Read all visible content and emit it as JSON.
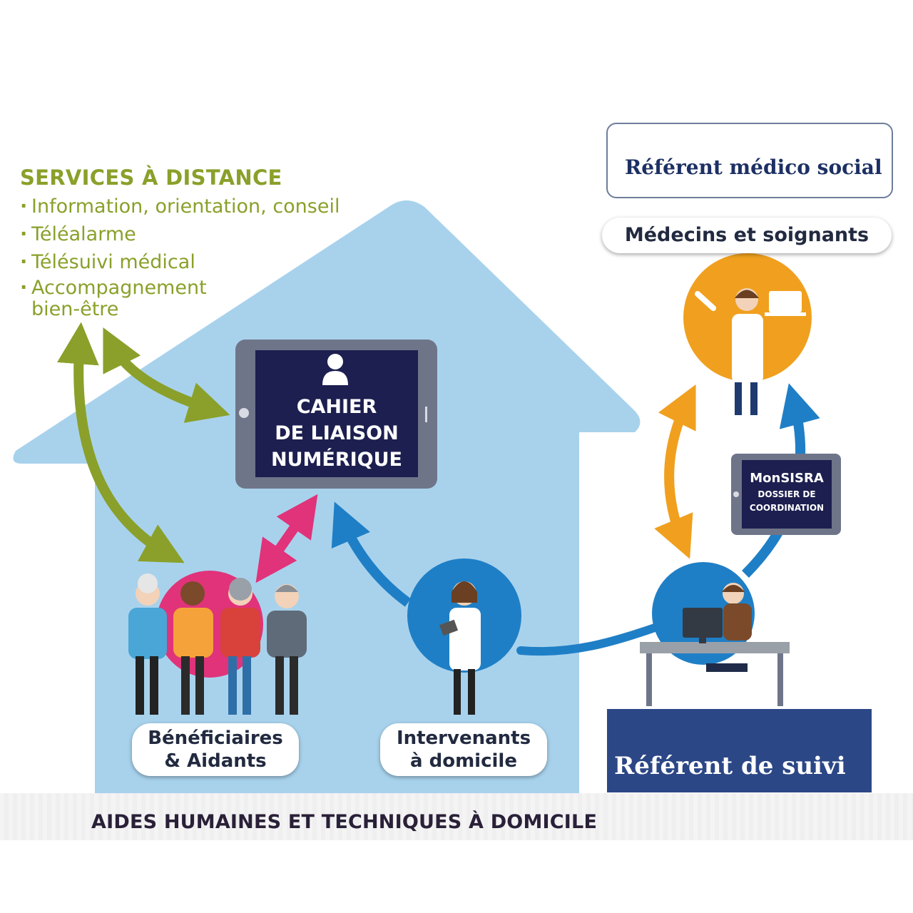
{
  "services": {
    "title": "SERVICES À DISTANCE",
    "items": [
      "Information, orientation, conseil",
      "Téléalarme",
      "Télésuivi médical",
      "Accompagnement bien-être"
    ]
  },
  "tablet": {
    "lines": [
      "CAHIER",
      "DE LIAISON",
      "NUMÉRIQUE"
    ]
  },
  "referent_medico": "Référent médico social",
  "medecins": "Médecins et soignants",
  "monsisra": {
    "title": "MonSISRA",
    "subtitle_1": "DOSSIER DE",
    "subtitle_2": "COORDINATION"
  },
  "beneficiaires": {
    "line1": "Bénéficiaires",
    "line2": "& Aidants"
  },
  "intervenants": {
    "line1": "Intervenants",
    "line2": "à domicile"
  },
  "referent_suivi": "Référent de suivi",
  "footer_title": "AIDES HUMAINES ET TECHNIQUES À DOMICILE",
  "colors": {
    "house": "#a8d2ec",
    "green": "#8aa02a",
    "magenta": "#e0337a",
    "blue": "#1f7fc6",
    "orange": "#f0a01e",
    "navy": "#1c1f4f",
    "suivi": "#2c4786"
  }
}
